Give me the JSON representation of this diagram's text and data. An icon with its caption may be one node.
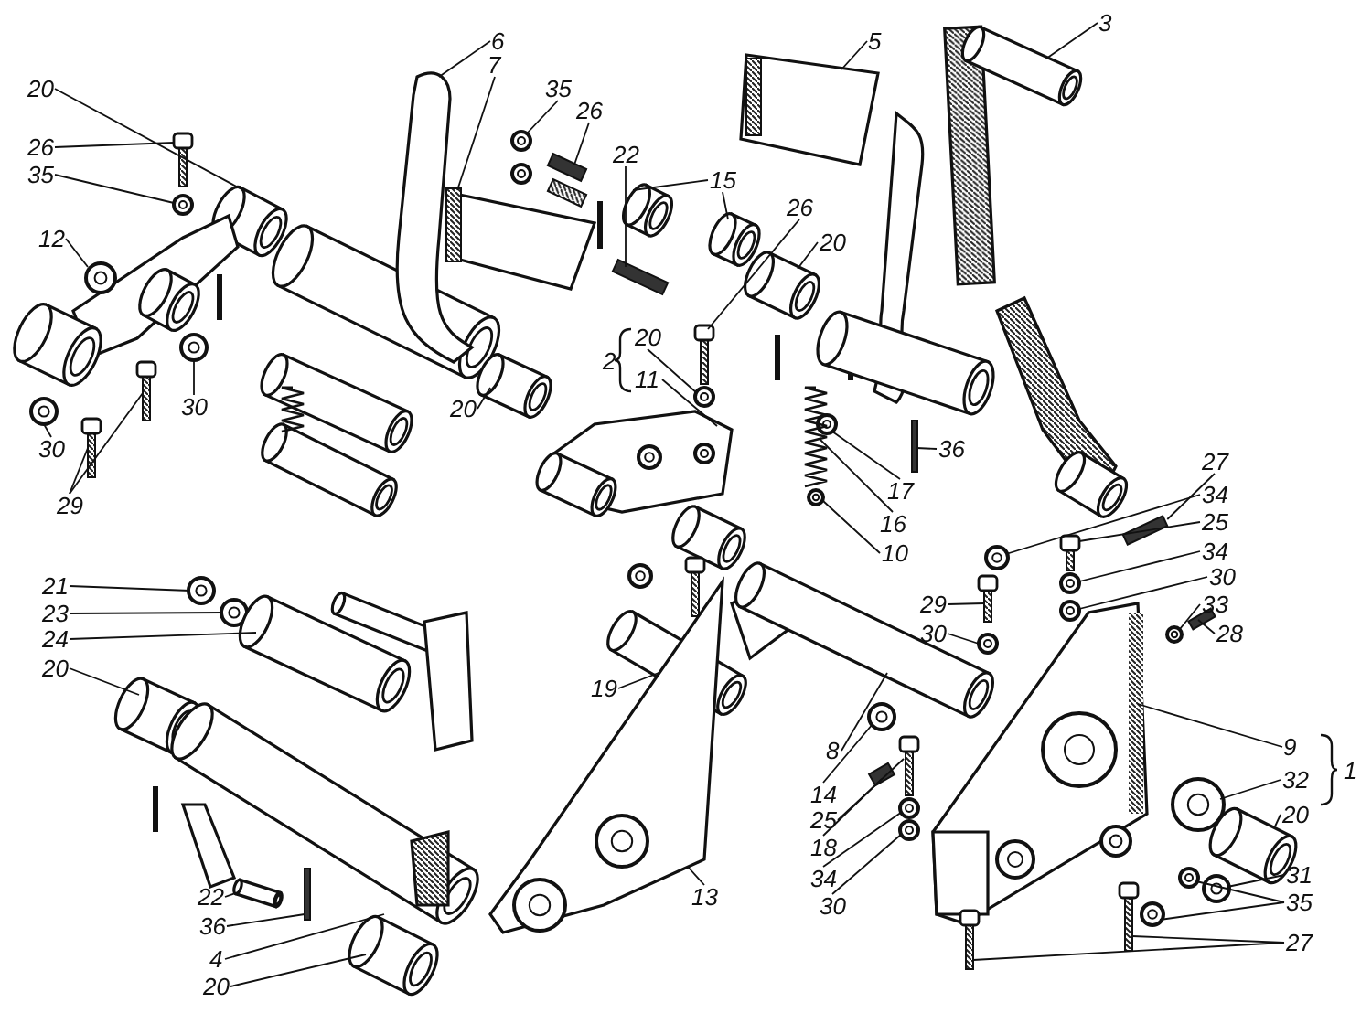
{
  "diagram": {
    "nodes": [
      {
        "text": [
          "20"
        ]
      },
      {
        "text": [
          "26"
        ]
      },
      {
        "text": [
          "35"
        ]
      },
      {
        "text": [
          "12"
        ]
      },
      {
        "text": [
          "6"
        ]
      },
      {
        "text": [
          "7"
        ]
      },
      {
        "text": [
          "35"
        ]
      },
      {
        "text": [
          "26"
        ]
      },
      {
        "text": [
          "3"
        ]
      },
      {
        "text": [
          "5"
        ]
      },
      {
        "text": [
          "22"
        ]
      },
      {
        "text": [
          "15"
        ]
      },
      {
        "text": [
          "26"
        ]
      },
      {
        "text": [
          "20"
        ]
      },
      {
        "text": [
          "30"
        ]
      },
      {
        "text": [
          "20"
        ]
      },
      {
        "text": [
          "20"
        ]
      },
      {
        "text": [
          "11"
        ]
      },
      {
        "text": [
          "30"
        ]
      },
      {
        "text": [
          "36"
        ]
      },
      {
        "text": [
          "17"
        ]
      },
      {
        "text": [
          "27"
        ]
      },
      {
        "text": [
          "29"
        ]
      },
      {
        "text": [
          "34"
        ]
      },
      {
        "text": [
          "16"
        ]
      },
      {
        "text": [
          "25"
        ]
      },
      {
        "text": [
          "10"
        ]
      },
      {
        "text": [
          "34"
        ]
      },
      {
        "text": [
          "30"
        ]
      },
      {
        "text": [
          "21"
        ]
      },
      {
        "text": [
          "29"
        ]
      },
      {
        "text": [
          "33"
        ]
      },
      {
        "text": [
          "23"
        ]
      },
      {
        "text": [
          "28"
        ]
      },
      {
        "text": [
          "30"
        ]
      },
      {
        "text": [
          "24"
        ]
      },
      {
        "text": [
          "20"
        ]
      },
      {
        "text": [
          "19"
        ]
      },
      {
        "text": [
          "8"
        ]
      },
      {
        "text": [
          "9"
        ]
      },
      {
        "text": [
          "32"
        ]
      },
      {
        "text": [
          "14"
        ]
      },
      {
        "text": [
          "25"
        ]
      },
      {
        "text": [
          "20"
        ]
      },
      {
        "text": [
          "18"
        ]
      },
      {
        "text": [
          "34"
        ]
      },
      {
        "text": [
          "31"
        ]
      },
      {
        "text": [
          "22"
        ]
      },
      {
        "text": [
          "13"
        ]
      },
      {
        "text": [
          "35"
        ]
      },
      {
        "text": [
          "30"
        ]
      },
      {
        "text": [
          "36"
        ]
      },
      {
        "text": [
          "27"
        ]
      },
      {
        "text": [
          "4"
        ]
      },
      {
        "text": [
          "20"
        ]
      },
      {
        "text": [],
        "shape": "picture"
      },
      {
        "text": [],
        "shape": "picture"
      },
      {
        "text": [],
        "shape": "picture"
      },
      {
        "text": [],
        "shape": "picture"
      },
      {
        "text": [],
        "shape": "picture"
      },
      {
        "text": [],
        "shape": "picture"
      },
      {
        "text": [],
        "shape": "picture"
      },
      {
        "text": [],
        "shape": "bar"
      },
      {
        "text": [],
        "shape": "picture"
      },
      {
        "text": [],
        "shape": "picture"
      },
      {
        "text": [],
        "shape": "bar"
      },
      {
        "text": [],
        "shape": "picture"
      },
      {
        "text": [],
        "shape": "picture"
      },
      {
        "text": [],
        "shape": "picture"
      },
      {
        "text": [],
        "shape": "picture"
      },
      {
        "text": [],
        "shape": "picture"
      },
      {
        "text": [],
        "shape": "picture"
      },
      {
        "text": [],
        "shape": "picture"
      },
      {
        "text": [],
        "shape": "picture"
      },
      {
        "text": [],
        "shape": "picture"
      },
      {
        "text": [],
        "shape": "bar"
      },
      {
        "text": [],
        "shape": "picture"
      },
      {
        "text": [],
        "shape": "bar"
      },
      {
        "text": [],
        "shape": "picture"
      },
      {
        "text": [],
        "shape": "picture"
      },
      {
        "text": [],
        "shape": "picture"
      },
      {
        "text": [],
        "shape": "picture"
      },
      {
        "text": [],
        "shape": "picture"
      },
      {
        "text": [],
        "shape": "picture"
      },
      {
        "text": [],
        "shape": "picture"
      },
      {
        "text": [],
        "shape": "picture"
      },
      {
        "text": [],
        "shape": "picture"
      },
      {
        "text": [],
        "shape": "picture"
      },
      {
        "text": [],
        "shape": "picture"
      },
      {
        "text": [],
        "shape": "picture"
      },
      {
        "text": [],
        "shape": "bar"
      },
      {
        "text": [],
        "shape": "picture"
      },
      {
        "text": [],
        "shape": "picture"
      },
      {
        "text": [],
        "shape": "picture"
      },
      {
        "text": [],
        "shape": "picture"
      },
      {
        "text": [],
        "shape": "picture"
      },
      {
        "text": [],
        "shape": "picture"
      },
      {
        "text": [],
        "shape": "picture"
      },
      {
        "text": [],
        "shape": "picture"
      },
      {
        "text": [],
        "shape": "picture"
      },
      {
        "text": [],
        "shape": "picture"
      },
      {
        "text": [],
        "shape": "bar"
      },
      {
        "text": [],
        "shape": "picture"
      },
      {
        "text": [],
        "shape": "picture"
      },
      {
        "text": [],
        "shape": "picture"
      },
      {
        "text": [],
        "shape": "picture"
      },
      {
        "text": [],
        "shape": "picture"
      },
      {
        "text": [],
        "shape": "picture"
      },
      {
        "text": [],
        "shape": "picture"
      },
      {
        "text": [],
        "shape": "bar"
      },
      {
        "text": [],
        "shape": "picture"
      },
      {
        "text": [],
        "shape": "picture"
      },
      {
        "text": [],
        "shape": "picture"
      },
      {
        "text": [],
        "shape": "picture"
      }
    ],
    "edges": [
      {
        "from": 0,
        "to": 55,
        "arrow": "none"
      },
      {
        "from": 1,
        "to": 56,
        "arrow": "none"
      },
      {
        "from": 2,
        "to": 57,
        "arrow": "none"
      },
      {
        "from": 3,
        "to": 58,
        "arrow": "none"
      },
      {
        "from": 4,
        "to": 59,
        "arrow": "none"
      },
      {
        "from": 5,
        "to": 60,
        "arrow": "none"
      },
      {
        "from": 6,
        "to": 61,
        "arrow": "none"
      },
      {
        "from": 7,
        "to": 62,
        "arrow": "none"
      },
      {
        "from": 8,
        "to": 63,
        "arrow": "none"
      },
      {
        "from": 9,
        "to": 64,
        "arrow": "none"
      },
      {
        "from": 10,
        "to": 65,
        "arrow": "none"
      },
      {
        "from": 11,
        "to": 66,
        "arrow": "none"
      },
      {
        "from": 11,
        "to": 67,
        "arrow": "none"
      },
      {
        "from": 12,
        "to": 68,
        "arrow": "none"
      },
      {
        "from": 13,
        "to": 69,
        "arrow": "none"
      },
      {
        "from": 14,
        "to": 70,
        "arrow": "none"
      },
      {
        "from": 15,
        "to": 71,
        "arrow": "none"
      },
      {
        "from": 16,
        "to": 72,
        "arrow": "none"
      },
      {
        "from": 17,
        "to": 73,
        "arrow": "none"
      },
      {
        "from": 18,
        "to": 74,
        "arrow": "none"
      },
      {
        "from": 19,
        "to": 75,
        "arrow": "none"
      },
      {
        "from": 20,
        "to": 76,
        "arrow": "none"
      },
      {
        "from": 21,
        "to": 77,
        "arrow": "none"
      },
      {
        "from": 22,
        "to": 78,
        "arrow": "none"
      },
      {
        "from": 22,
        "to": 79,
        "arrow": "none"
      },
      {
        "from": 23,
        "to": 80,
        "arrow": "none"
      },
      {
        "from": 24,
        "to": 81,
        "arrow": "none"
      },
      {
        "from": 25,
        "to": 82,
        "arrow": "none"
      },
      {
        "from": 26,
        "to": 83,
        "arrow": "none"
      },
      {
        "from": 27,
        "to": 84,
        "arrow": "none"
      },
      {
        "from": 28,
        "to": 85,
        "arrow": "none"
      },
      {
        "from": 29,
        "to": 86,
        "arrow": "none"
      },
      {
        "from": 30,
        "to": 87,
        "arrow": "none"
      },
      {
        "from": 31,
        "to": 88,
        "arrow": "none"
      },
      {
        "from": 32,
        "to": 89,
        "arrow": "none"
      },
      {
        "from": 33,
        "to": 90,
        "arrow": "none"
      },
      {
        "from": 34,
        "to": 91,
        "arrow": "none"
      },
      {
        "from": 35,
        "to": 92,
        "arrow": "none"
      },
      {
        "from": 36,
        "to": 93,
        "arrow": "none"
      },
      {
        "from": 37,
        "to": 94,
        "arrow": "none"
      },
      {
        "from": 38,
        "to": 95,
        "arrow": "none"
      },
      {
        "from": 39,
        "to": 96,
        "arrow": "none"
      },
      {
        "from": 40,
        "to": 97,
        "arrow": "none"
      },
      {
        "from": 41,
        "to": 98,
        "arrow": "none"
      },
      {
        "from": 42,
        "to": 99,
        "arrow": "none"
      },
      {
        "from": 43,
        "to": 100,
        "arrow": "none"
      },
      {
        "from": 44,
        "to": 101,
        "arrow": "none"
      },
      {
        "from": 45,
        "to": 102,
        "arrow": "none"
      },
      {
        "from": 46,
        "to": 103,
        "arrow": "none"
      },
      {
        "from": 47,
        "to": 104,
        "arrow": "none"
      },
      {
        "from": 48,
        "to": 105,
        "arrow": "none"
      },
      {
        "from": 49,
        "to": 106,
        "arrow": "none"
      },
      {
        "from": 49,
        "to": 107,
        "arrow": "none"
      },
      {
        "from": 50,
        "to": 108,
        "arrow": "none"
      },
      {
        "from": 51,
        "to": 109,
        "arrow": "none"
      },
      {
        "from": 52,
        "to": 110,
        "arrow": "none"
      },
      {
        "from": 52,
        "to": 111,
        "arrow": "none"
      },
      {
        "from": 53,
        "to": 112,
        "arrow": "none"
      },
      {
        "from": 54,
        "to": 113,
        "arrow": "none"
      }
    ],
    "labels": [
      "2",
      "1"
    ]
  }
}
